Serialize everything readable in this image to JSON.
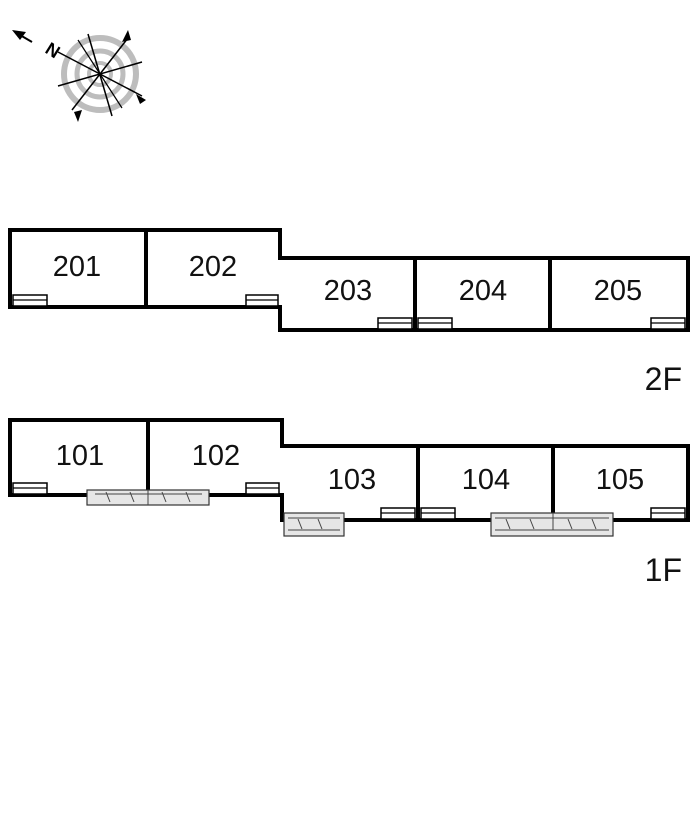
{
  "compass": {
    "north_letter": "N",
    "icon": "compass-rose-icon"
  },
  "floors": [
    {
      "id": "2F",
      "label": "2F",
      "units": [
        "201",
        "202",
        "203",
        "204",
        "205"
      ]
    },
    {
      "id": "1F",
      "label": "1F",
      "units": [
        "101",
        "102",
        "103",
        "104",
        "105"
      ]
    }
  ]
}
